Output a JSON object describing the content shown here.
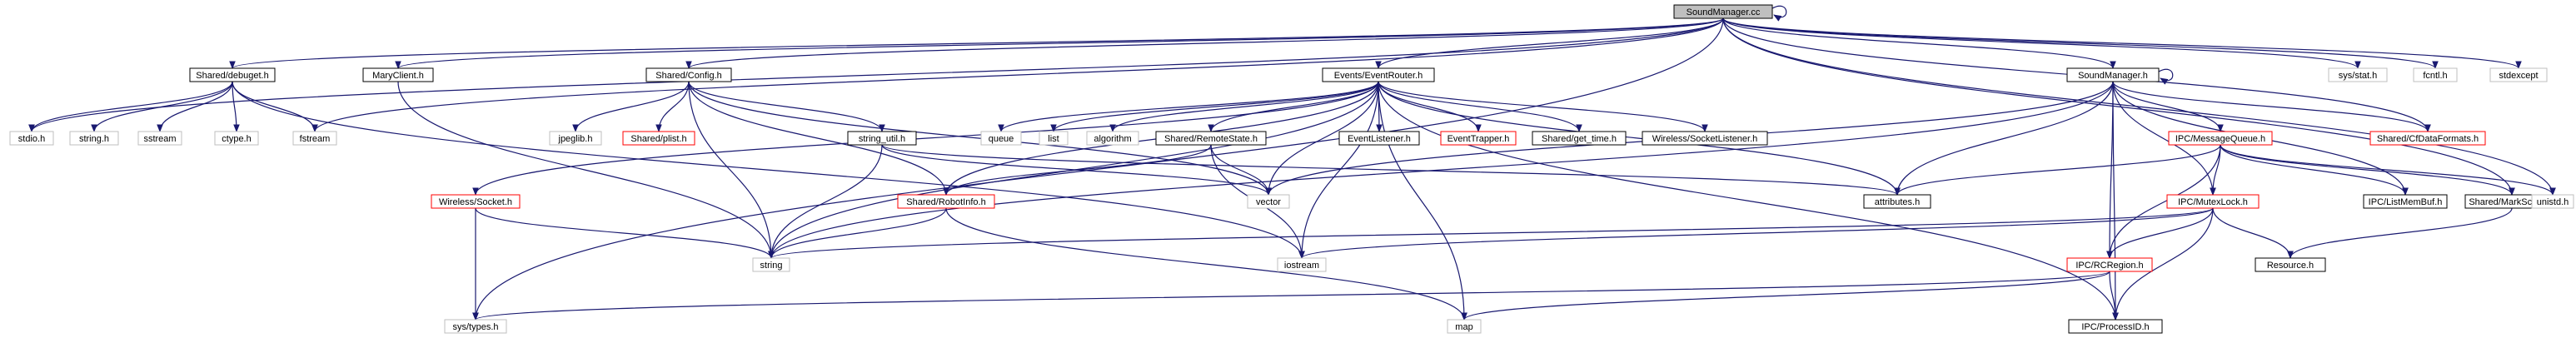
{
  "colors": {
    "edge": "#191970",
    "focus_fill": "#bfbfbf",
    "normal_border": "#000000",
    "missing_border": "#bfbfbf",
    "broken_border": "#ff0000"
  },
  "nodes": [
    {
      "id": "sm_cc",
      "label": "SoundManager.cc",
      "kind": "focus"
    },
    {
      "id": "debuget",
      "label": "Shared/debuget.h",
      "kind": "normal"
    },
    {
      "id": "maryclient",
      "label": "MaryClient.h",
      "kind": "normal"
    },
    {
      "id": "config",
      "label": "Shared/Config.h",
      "kind": "normal"
    },
    {
      "id": "eventrouter",
      "label": "Events/EventRouter.h",
      "kind": "normal"
    },
    {
      "id": "sm_h",
      "label": "SoundManager.h",
      "kind": "normal"
    },
    {
      "id": "sysstat",
      "label": "sys/stat.h",
      "kind": "missing"
    },
    {
      "id": "fcntl",
      "label": "fcntl.h",
      "kind": "missing"
    },
    {
      "id": "stdexcept",
      "label": "stdexcept",
      "kind": "missing"
    },
    {
      "id": "stdio",
      "label": "stdio.h",
      "kind": "missing"
    },
    {
      "id": "string_h",
      "label": "string.h",
      "kind": "missing"
    },
    {
      "id": "sstream",
      "label": "sstream",
      "kind": "missing"
    },
    {
      "id": "ctype",
      "label": "ctype.h",
      "kind": "missing"
    },
    {
      "id": "fstream",
      "label": "fstream",
      "kind": "missing"
    },
    {
      "id": "jpeglib",
      "label": "jpeglib.h",
      "kind": "missing"
    },
    {
      "id": "plist",
      "label": "Shared/plist.h",
      "kind": "broken"
    },
    {
      "id": "stringutil",
      "label": "string_util.h",
      "kind": "normal"
    },
    {
      "id": "queue",
      "label": "queue",
      "kind": "missing"
    },
    {
      "id": "list",
      "label": "list",
      "kind": "missing"
    },
    {
      "id": "algorithm",
      "label": "algorithm",
      "kind": "missing"
    },
    {
      "id": "remotestate",
      "label": "Shared/RemoteState.h",
      "kind": "normal"
    },
    {
      "id": "eventlistener",
      "label": "EventListener.h",
      "kind": "normal"
    },
    {
      "id": "eventtrapper",
      "label": "EventTrapper.h",
      "kind": "broken"
    },
    {
      "id": "gettime",
      "label": "Shared/get_time.h",
      "kind": "normal"
    },
    {
      "id": "socketlistener",
      "label": "Wireless/SocketListener.h",
      "kind": "normal"
    },
    {
      "id": "msgqueue",
      "label": "IPC/MessageQueue.h",
      "kind": "broken"
    },
    {
      "id": "cidata",
      "label": "Shared/CfDataFormats.h",
      "kind": "broken"
    },
    {
      "id": "socket",
      "label": "Wireless/Socket.h",
      "kind": "broken"
    },
    {
      "id": "robotinfo",
      "label": "Shared/RobotInfo.h",
      "kind": "broken"
    },
    {
      "id": "vector",
      "label": "vector",
      "kind": "missing"
    },
    {
      "id": "attributes",
      "label": "attributes.h",
      "kind": "normal"
    },
    {
      "id": "mutexlock",
      "label": "IPC/MutexLock.h",
      "kind": "broken"
    },
    {
      "id": "listmembuf",
      "label": "IPC/ListMemBuf.h",
      "kind": "normal"
    },
    {
      "id": "markscope",
      "label": "Shared/MarkScope.h",
      "kind": "normal"
    },
    {
      "id": "unistd",
      "label": "unistd.h",
      "kind": "missing"
    },
    {
      "id": "string",
      "label": "string",
      "kind": "missing"
    },
    {
      "id": "iostream",
      "label": "iostream",
      "kind": "missing"
    },
    {
      "id": "rcregion",
      "label": "IPC/RCRegion.h",
      "kind": "broken"
    },
    {
      "id": "resource",
      "label": "Resource.h",
      "kind": "normal"
    },
    {
      "id": "systypes",
      "label": "sys/types.h",
      "kind": "missing"
    },
    {
      "id": "map",
      "label": "map",
      "kind": "missing"
    },
    {
      "id": "processid",
      "label": "IPC/ProcessID.h",
      "kind": "normal"
    }
  ],
  "edges": [
    [
      "sm_cc",
      "sm_cc"
    ],
    [
      "sm_cc",
      "debuget"
    ],
    [
      "sm_cc",
      "maryclient"
    ],
    [
      "sm_cc",
      "config"
    ],
    [
      "sm_cc",
      "eventrouter"
    ],
    [
      "sm_cc",
      "sm_h"
    ],
    [
      "sm_cc",
      "sysstat"
    ],
    [
      "sm_cc",
      "fcntl"
    ],
    [
      "sm_cc",
      "stdexcept"
    ],
    [
      "sm_cc",
      "stdio"
    ],
    [
      "sm_cc",
      "fstream"
    ],
    [
      "sm_cc",
      "cidata"
    ],
    [
      "sm_cc",
      "unistd"
    ],
    [
      "sm_cc",
      "systypes"
    ],
    [
      "sm_cc",
      "markscope"
    ],
    [
      "debuget",
      "stdio"
    ],
    [
      "debuget",
      "string_h"
    ],
    [
      "debuget",
      "sstream"
    ],
    [
      "debuget",
      "ctype"
    ],
    [
      "debuget",
      "fstream"
    ],
    [
      "debuget",
      "iostream"
    ],
    [
      "maryclient",
      "string"
    ],
    [
      "config",
      "jpeglib"
    ],
    [
      "config",
      "plist"
    ],
    [
      "config",
      "stringutil"
    ],
    [
      "config",
      "robotinfo"
    ],
    [
      "config",
      "string"
    ],
    [
      "config",
      "vector"
    ],
    [
      "eventrouter",
      "socket"
    ],
    [
      "eventrouter",
      "robotinfo"
    ],
    [
      "eventrouter",
      "string"
    ],
    [
      "eventrouter",
      "queue"
    ],
    [
      "eventrouter",
      "list"
    ],
    [
      "eventrouter",
      "algorithm"
    ],
    [
      "eventrouter",
      "remotestate"
    ],
    [
      "eventrouter",
      "vector"
    ],
    [
      "eventrouter",
      "eventlistener"
    ],
    [
      "eventrouter",
      "eventtrapper"
    ],
    [
      "eventrouter",
      "gettime"
    ],
    [
      "eventrouter",
      "socketlistener"
    ],
    [
      "eventrouter",
      "attributes"
    ],
    [
      "eventrouter",
      "map"
    ],
    [
      "eventrouter",
      "iostream"
    ],
    [
      "eventrouter",
      "processid"
    ],
    [
      "stringutil",
      "string"
    ],
    [
      "stringutil",
      "vector"
    ],
    [
      "stringutil",
      "attributes"
    ],
    [
      "remotestate",
      "robotinfo"
    ],
    [
      "remotestate",
      "vector"
    ],
    [
      "remotestate",
      "iostream"
    ],
    [
      "socket",
      "string"
    ],
    [
      "socket",
      "systypes"
    ],
    [
      "robotinfo",
      "string"
    ],
    [
      "robotinfo",
      "map"
    ],
    [
      "sm_h",
      "sm_h"
    ],
    [
      "sm_h",
      "vector"
    ],
    [
      "sm_h",
      "attributes"
    ],
    [
      "sm_h",
      "string"
    ],
    [
      "sm_h",
      "msgqueue"
    ],
    [
      "sm_h",
      "cidata"
    ],
    [
      "sm_h",
      "mutexlock"
    ],
    [
      "sm_h",
      "rcregion"
    ],
    [
      "sm_h",
      "listmembuf"
    ],
    [
      "sm_h",
      "processid"
    ],
    [
      "msgqueue",
      "attributes"
    ],
    [
      "msgqueue",
      "mutexlock"
    ],
    [
      "msgqueue",
      "listmembuf"
    ],
    [
      "msgqueue",
      "markscope"
    ],
    [
      "msgqueue",
      "rcregion"
    ],
    [
      "msgqueue",
      "unistd"
    ],
    [
      "mutexlock",
      "resource"
    ],
    [
      "mutexlock",
      "rcregion"
    ],
    [
      "mutexlock",
      "processid"
    ],
    [
      "mutexlock",
      "iostream"
    ],
    [
      "mutexlock",
      "string"
    ],
    [
      "markscope",
      "resource"
    ],
    [
      "rcregion",
      "processid"
    ],
    [
      "rcregion",
      "map"
    ],
    [
      "rcregion",
      "systypes"
    ]
  ]
}
